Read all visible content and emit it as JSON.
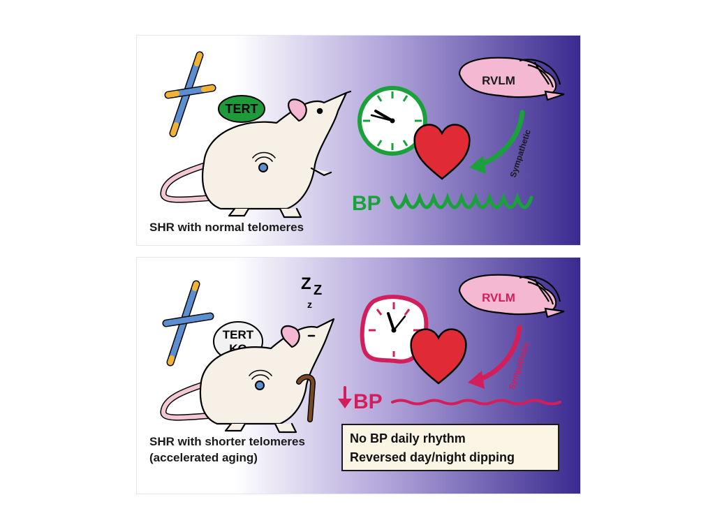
{
  "colors": {
    "gradient_start": "#ffffff",
    "gradient_mid": "#b5a8dc",
    "gradient_end": "#3a2a90",
    "normal_green": "#1aa13b",
    "impaired_crimson": "#d21f5c",
    "heart_red": "#e02a36",
    "brain_pink": "#f5b8d2",
    "tert_oval_green": "#1e9a3a",
    "box_fill": "#fbf5e6"
  },
  "top_panel": {
    "gene_label": "TERT",
    "brain_label": "RVLM",
    "pathway_label": "Sympathetic",
    "bp_label": "BP",
    "caption": "SHR with normal telomeres",
    "icons": [
      "chromosome-icon",
      "rat-icon",
      "clock-icon",
      "heart-icon",
      "brain-icon",
      "arrow-icon",
      "bp-wave-icon"
    ]
  },
  "bottom_panel": {
    "gene_label_line1": "TERT",
    "gene_label_line2": "KO",
    "sleep_letters": [
      "Z",
      "Z",
      "z"
    ],
    "brain_label": "RVLM",
    "pathway_label": "Sympathetic",
    "bp_label": "BP",
    "caption_line1": "SHR with shorter telomeres",
    "caption_line2": "(accelerated aging)",
    "outcome_line1": "No BP daily rhythm",
    "outcome_line2": "Reversed day/night dipping",
    "icons": [
      "chromosome-icon",
      "old-rat-icon",
      "cane-icon",
      "distorted-clock-icon",
      "heart-icon",
      "brain-icon",
      "arrow-icon",
      "down-arrow-icon",
      "flat-bp-line-icon"
    ]
  }
}
